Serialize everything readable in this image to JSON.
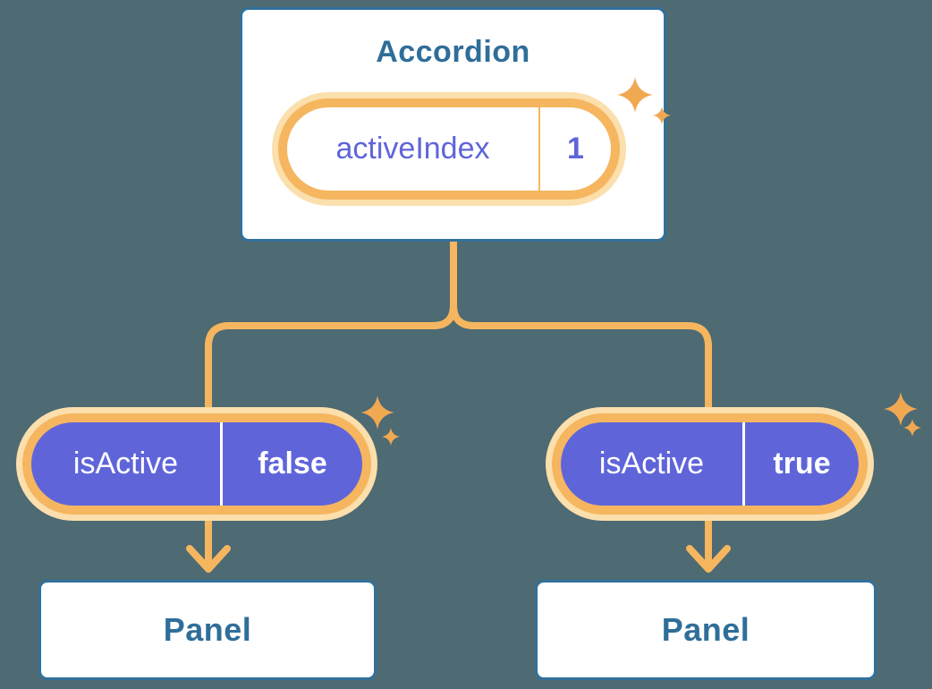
{
  "colors": {
    "background": "#4e6a73",
    "box_border_blue": "#31719c",
    "box_text_blue": "#2f6e99",
    "accent_orange": "#f5b65f",
    "glow_orange": "#fbdfac",
    "sparkle_orange": "#f0a851",
    "purple": "#5f65d9",
    "white": "#ffffff"
  },
  "accordion": {
    "title": "Accordion",
    "state": {
      "label": "activeIndex",
      "value": "1"
    }
  },
  "left_branch": {
    "prop": {
      "label": "isActive",
      "value": "false"
    },
    "panel_title": "Panel"
  },
  "right_branch": {
    "prop": {
      "label": "isActive",
      "value": "true"
    },
    "panel_title": "Panel"
  }
}
